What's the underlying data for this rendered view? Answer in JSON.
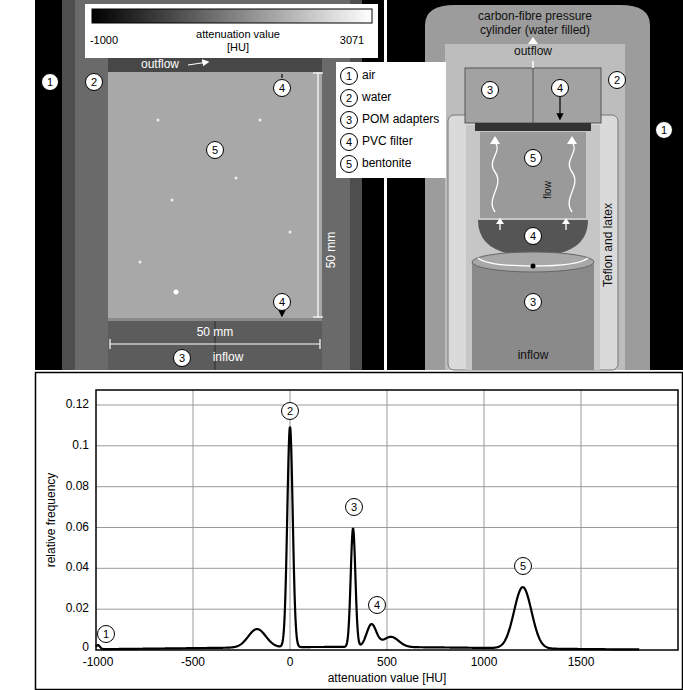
{
  "diagram": {
    "labels": [
      "-1000",
      "attenuation value [HU]",
      "3071",
      "outflow",
      "1",
      "2",
      "5",
      "4",
      "50 mm",
      "4",
      "50 mm",
      "3",
      "inflow",
      "1",
      "2",
      "3",
      "4",
      "5",
      "carbon-fibre pressure cylinder (water filled)",
      "outflow",
      "3",
      "4",
      "2",
      "1",
      "5",
      "flow",
      "4",
      "Teflon and latex",
      "3",
      "inflow",
      "relative frequency",
      "0",
      "0.02",
      "0.04",
      "0.06",
      "0.08",
      "0.1",
      "0.12",
      "-1000",
      "-500",
      "0",
      "500",
      "1000",
      "1500",
      "attenuation value [HU]",
      "1",
      "2",
      "3",
      "4",
      "5"
    ],
    "legend": [
      {
        "text": "air"
      },
      {
        "text": "water"
      },
      {
        "text": "POM adapters"
      },
      {
        "text": "PVC filter"
      },
      {
        "text": "bentonite"
      }
    ]
  }
}
